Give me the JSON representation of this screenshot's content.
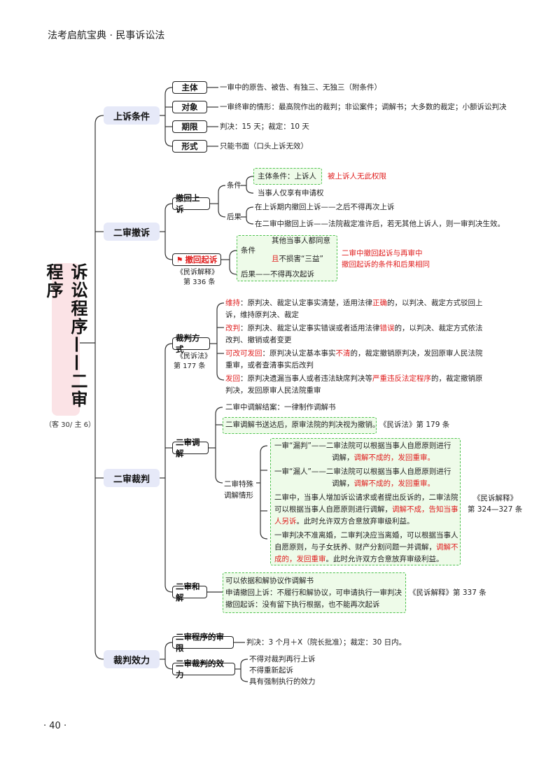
{
  "header": {
    "title": "法考启航宝典 · 民事诉讼法"
  },
  "footer": {
    "page": "· 40 ·"
  },
  "root": {
    "title": "诉讼程序——二审程序",
    "note": "（客 30/ 主 6）"
  },
  "appeal": {
    "title": "上诉条件",
    "items": [
      {
        "label": "主体",
        "text": "一审中的原告、被告、有独三、无独三（附条件）"
      },
      {
        "label": "对象",
        "text": "一审终审的情形：最高院作出的裁判；非讼案件；调解书；大多数的裁定；小额诉讼判决"
      },
      {
        "label": "期限",
        "text": "判决：15 天；裁定：10 天"
      },
      {
        "label": "形式",
        "text": "只能书面（口头上诉无效）"
      }
    ]
  },
  "withdraw": {
    "title": "二审撤诉",
    "appeal_withdraw": {
      "label": "撤回上诉",
      "cond_label": "条件",
      "cond1": "主体条件：上诉人",
      "cond1_note": "被上诉人无此权限",
      "cond2": "当事人仅享有申请权",
      "result_label": "后果",
      "result1": "在上诉期内撤回上诉——之后不得再次上诉",
      "result2": "在二审中撤回上诉——法院裁定准许后，若无其他上诉人，则一审判决生效。"
    },
    "suit_withdraw": {
      "label": "撤回起诉",
      "ref1": "《民诉解释》",
      "ref2": "第 336 条",
      "cond_label": "条件",
      "cond1": "其他当事人都同意",
      "cond2_a": "且",
      "cond2_b": "不损害“三益”",
      "result": "后果——不得再次起诉",
      "note1": "二审中撤回起诉与再审中",
      "note2": "撤回起诉的条件和后果相同"
    }
  },
  "judgment": {
    "title": "二审裁判",
    "method": {
      "label": "裁判方式",
      "ref1": "《民诉法》",
      "ref2": "第 177 条",
      "m1_key": "维持",
      "m1_a": "：原判决、裁定认定事实清楚，适用法律",
      "m1_red": "正确",
      "m1_b": "的，以判决、裁定方式驳回上",
      "m1_c": "诉，维持原判决、裁定",
      "m2_key": "改判",
      "m2_a": "：原判决、裁定认定事实错误或者适用法律",
      "m2_red": "错误",
      "m2_b": "的，以判决、裁定方式依法",
      "m2_c": "改判、撤销或者变更",
      "m3_key": "可改可发回",
      "m3_a": "：原判决认定基本事实",
      "m3_red": "不清",
      "m3_b": "的，裁定撤销原判决，发回原审人民法院",
      "m3_c": "重审，或者查清事实后改判",
      "m4_key": "发回",
      "m4_a": "：原判决遗漏当事人或者违法缺席判决等",
      "m4_red": "严重违反法定程序",
      "m4_b": "的，裁定撤销原",
      "m4_c": "判决，发回原审人民法院重审"
    },
    "mediation": {
      "label": "二审调解",
      "line1": "二审中调解结案：一律制作调解书",
      "line2": "二审调解书送达后，原审法院的判决视为撤销。",
      "line2_ref": "《民诉法》第 179 条",
      "special_label1": "二审特殊",
      "special_label2": "调解情形",
      "s1_a": "一审“漏判”——二审法院可以根据当事人自愿原则进行",
      "s1_b": "调解，",
      "s1_red": "调解不成的，发回重审。",
      "s2_a": "一审“漏人”——二审法院可以根据当事人自愿原则进行",
      "s2_b": "调解，",
      "s2_red": "调解不成的，发回重审。",
      "s3_a": "二审中，当事人增加诉讼请求或者提出反诉的，二审法院",
      "s3_b": "可以根据当事人自愿原则进行调解，",
      "s3_red1": "调解不成，告知当事",
      "s3_red2": "人另诉",
      "s3_c": "。此时允许双方合意放弃审级利益。",
      "s4_a": "一审判决不准离婚，二审判决应当离婚，可以根据当事人",
      "s4_b": "自愿原则，与子女抚养、财产分割问题一并调解，",
      "s4_red1": "调解不",
      "s4_red2": "成的，发回重审",
      "s4_c": "。此时允许双方合意放弃审级利益。",
      "ref1": "《民诉解释》",
      "ref2": "第 324—327 条"
    },
    "settlement": {
      "label": "二审和解",
      "line1": "可以依据和解协议作调解书",
      "line2": "申请撤回上诉：不履行和解协议，可申请执行一审判决",
      "line3": "撤回起诉：没有留下执行根据，也不能再次起诉",
      "ref": "《民诉解释》第 337 条"
    }
  },
  "effect": {
    "title": "裁判效力",
    "limit": {
      "label": "二审程序的审限",
      "text": "判决：3 个月＋X（院长批准）；裁定：30 日内。"
    },
    "effect": {
      "label": "二审裁判的效力",
      "items": [
        "不得对裁判再行上诉",
        "不得重新起诉",
        "具有强制执行的效力"
      ]
    }
  }
}
